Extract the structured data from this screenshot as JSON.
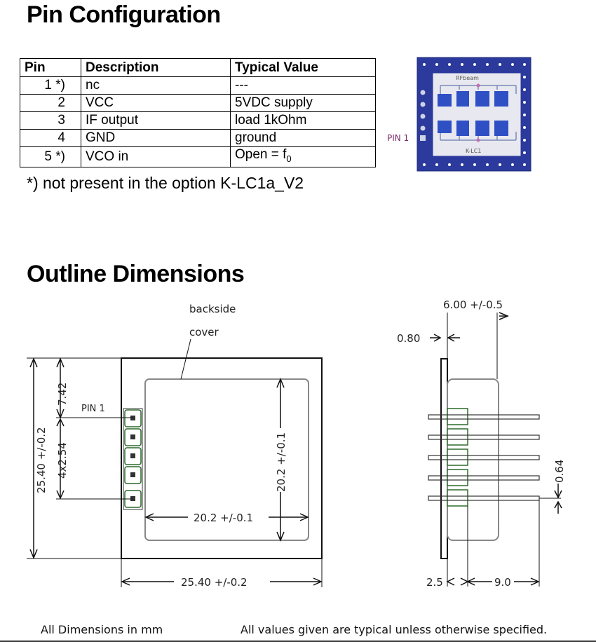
{
  "pin_section": {
    "title": "Pin Configuration",
    "table": {
      "headers": [
        "Pin",
        "Description",
        "Typical Value"
      ],
      "rows": [
        {
          "pin": "1 *)",
          "description": "nc",
          "value": "---"
        },
        {
          "pin": "2",
          "description": "VCC",
          "value": "5VDC supply"
        },
        {
          "pin": "3",
          "description": "IF output",
          "value": "load 1kOhm"
        },
        {
          "pin": "4",
          "description": "GND",
          "value": "ground"
        },
        {
          "pin": "5 *)",
          "description": "VCO in",
          "value_prefix": "Open = f",
          "value_sub": "0"
        }
      ]
    },
    "footnote": "*) not present in the option K-LC1a_V2",
    "board": {
      "pin_label": "PIN 1",
      "silk_top": "RFbeam",
      "silk_bottom": "K-LC1",
      "board_color": "#2b3a9c",
      "pad_color": "#3a55c8"
    }
  },
  "outline_section": {
    "title": "Outline Dimensions",
    "labels": {
      "backside": "backside",
      "cover": "cover",
      "pin1": "PIN 1",
      "dim_6_00": "6.00 +/-0.5",
      "dim_0_80": "0.80",
      "dim_25_40_v": "25.40 +/-0.2",
      "dim_7_42": "7.42",
      "dim_4x2_54": "4x2.54",
      "dim_20_2_v": "20.2 +/-0.1",
      "dim_20_2_h": "20.2 +/-0.1",
      "dim_25_40_h": "25.40 +/-0.2",
      "dim_0_64": "0.64",
      "dim_2_5": "2.5",
      "dim_9_0": "9.0"
    },
    "footer_left": "All Dimensions in mm",
    "footer_right": "All values given are typical unless otherwise specified."
  }
}
